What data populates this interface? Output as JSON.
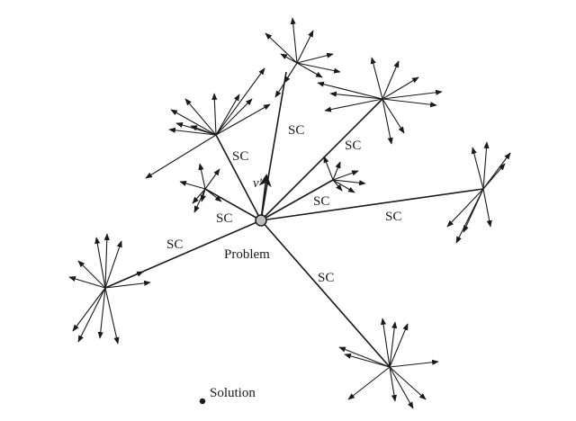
{
  "labels": {
    "sc": "SC",
    "problem": "Problem",
    "solution": "Solution",
    "nu": "ν′"
  },
  "colors": {
    "ink": "#1a1a1a",
    "hub_fill": "#bdbdbd"
  }
}
